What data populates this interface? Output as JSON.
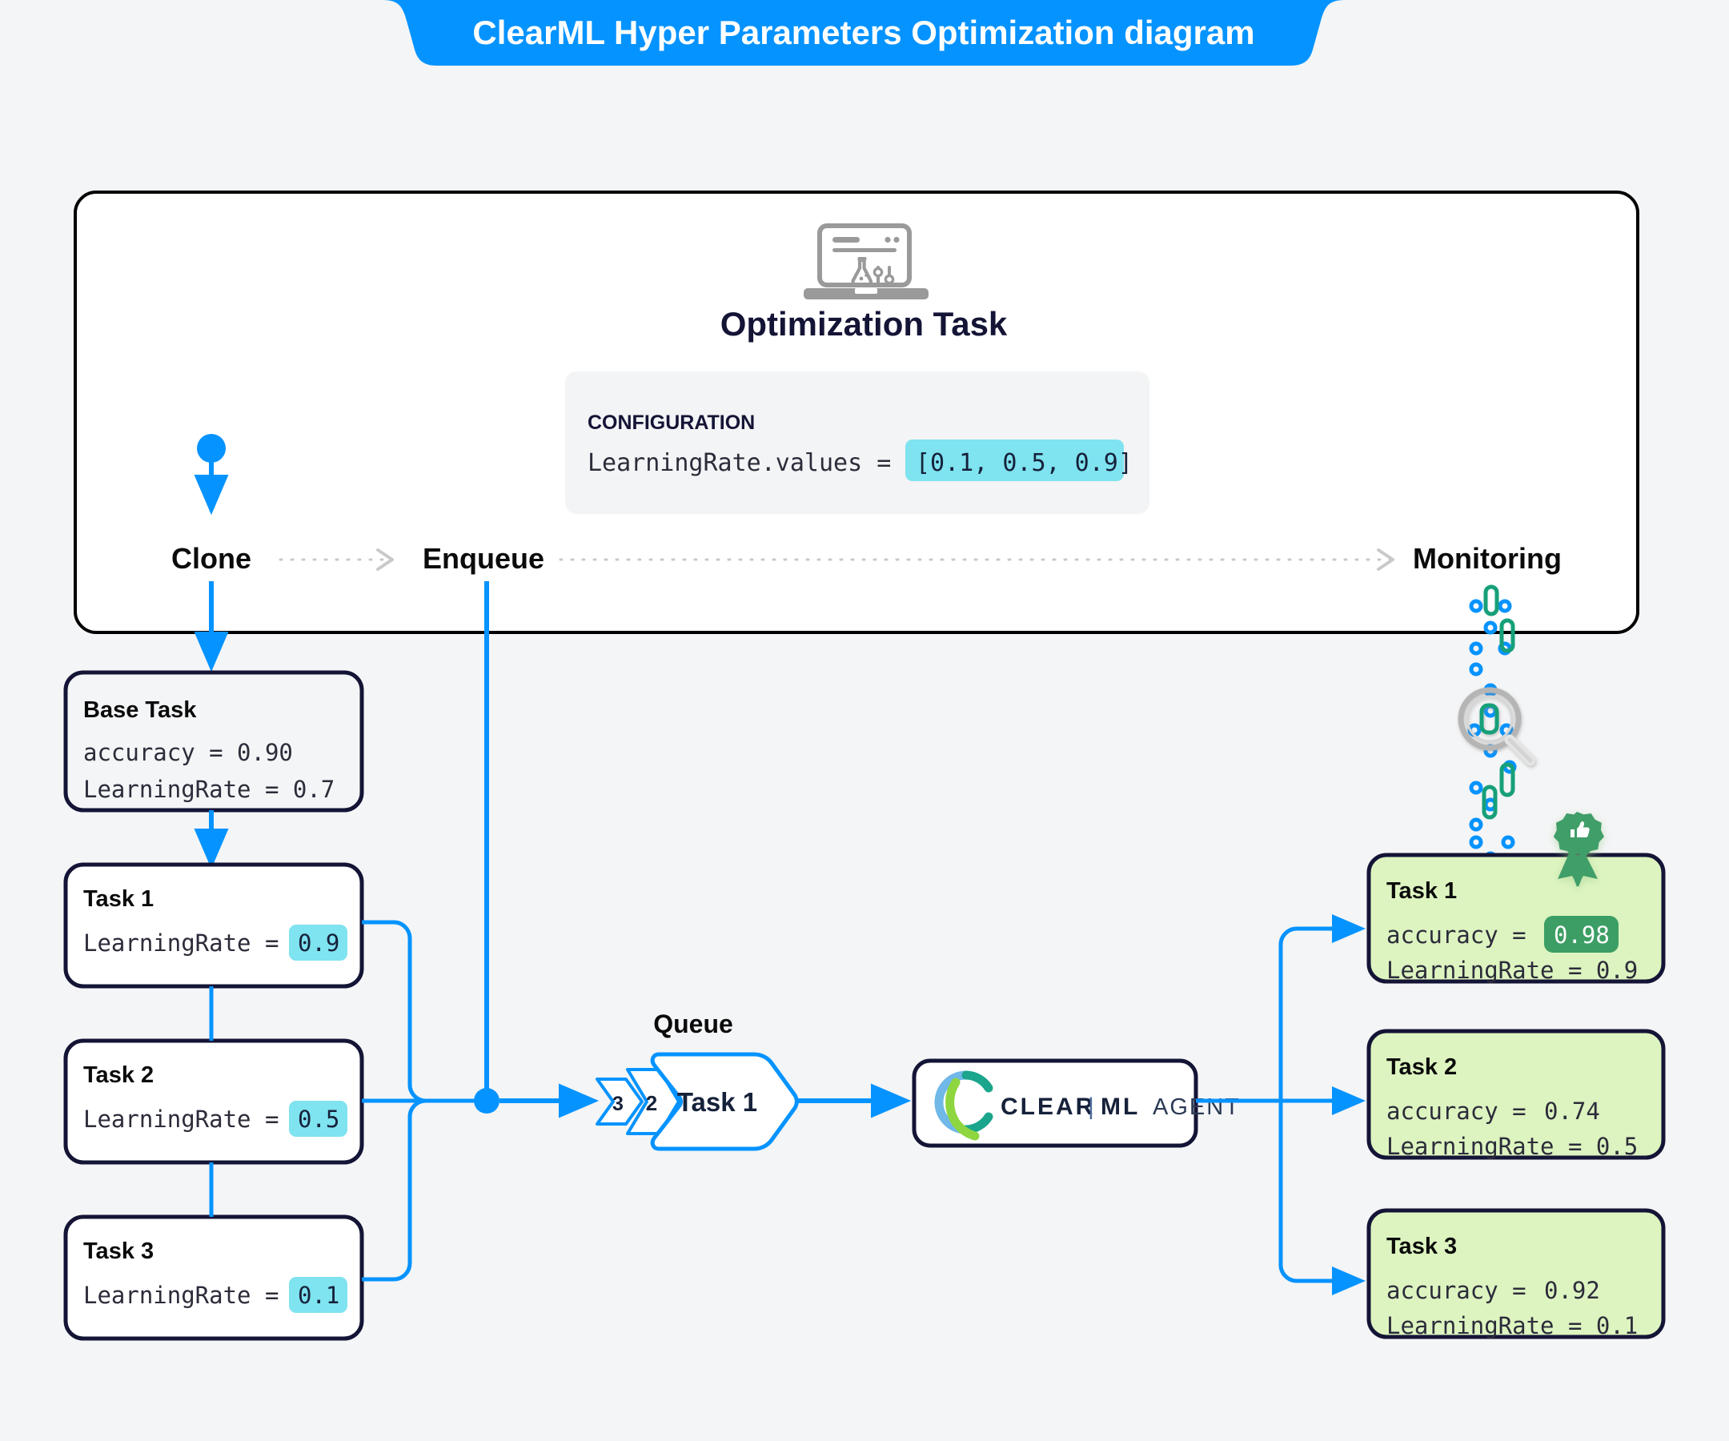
{
  "header": {
    "title": "ClearML Hyper Parameters Optimization diagram",
    "banner_color": "#0593ff",
    "title_color": "#ffffff"
  },
  "colors": {
    "page_background": "#f4f5f6",
    "panel_background": "#ffffff",
    "panel_border": "#000000",
    "accent_blue": "#0593ff",
    "card_border": "#141436",
    "highlight_cyan": "#7fe3f0",
    "result_card_fill": "#ddf4c0",
    "result_chip_green": "#3c9e64",
    "badge_green": "#3f9e67",
    "icon_grey": "#9a9a9a",
    "dotted_grey": "#c9c9c9",
    "monitor_dot_blue": "#0593ff",
    "monitor_bar_green": "#16a07a"
  },
  "optimization_task": {
    "icon": "laptop-flask-icon",
    "heading": "Optimization Task",
    "config": {
      "label": "CONFIGURATION",
      "key": "LearningRate.values = ",
      "value": "[0.1, 0.5, 0.9]"
    }
  },
  "stages": [
    {
      "id": "clone",
      "label": "Clone"
    },
    {
      "id": "enqueue",
      "label": "Enqueue"
    },
    {
      "id": "monitoring",
      "label": "Monitoring"
    }
  ],
  "base_task": {
    "title": "Base Task",
    "lines": [
      "accuracy = 0.90",
      "LearningRate = 0.7"
    ]
  },
  "cloned_tasks": [
    {
      "title": "Task 1",
      "prefix": "LearningRate = ",
      "value": "0.9"
    },
    {
      "title": "Task 2",
      "prefix": "LearningRate = ",
      "value": "0.5"
    },
    {
      "title": "Task 3",
      "prefix": "LearningRate = ",
      "value": "0.1"
    }
  ],
  "queue": {
    "label": "Queue",
    "pending": [
      "3",
      "2"
    ],
    "front": "Task 1"
  },
  "agent": {
    "logo_text_1": "CLEAR",
    "logo_divider": "|",
    "logo_text_2": "ML",
    "logo_text_3": "AGENT"
  },
  "results": [
    {
      "title": "Task 1",
      "accuracy_prefix": "accuracy = ",
      "accuracy_value": "0.98",
      "accuracy_highlighted": true,
      "lr_line": "LearningRate = 0.9",
      "winner": true,
      "badge": "award-ribbon-icon"
    },
    {
      "title": "Task 2",
      "accuracy_prefix": "accuracy = ",
      "accuracy_value": "0.74",
      "accuracy_highlighted": false,
      "lr_line": "LearningRate = 0.5",
      "winner": false,
      "badge": ""
    },
    {
      "title": "Task 3",
      "accuracy_prefix": "accuracy = ",
      "accuracy_value": "0.92",
      "accuracy_highlighted": false,
      "lr_line": "LearningRate = 0.1",
      "winner": false,
      "badge": ""
    }
  ],
  "monitoring_graphic": {
    "icon": "magnifier-icon",
    "description": "scanning-particles"
  }
}
